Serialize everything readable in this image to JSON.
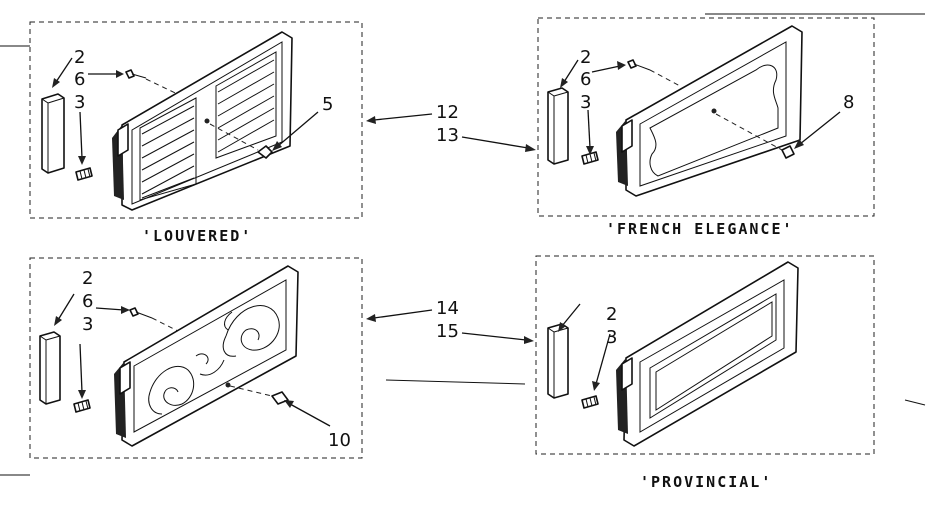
{
  "panels": {
    "louvered": {
      "caption": "'LOUVERED'",
      "callouts": [
        "2",
        "6",
        "3",
        "5"
      ]
    },
    "french_elegance": {
      "caption": "'FRENCH ELEGANCE'",
      "callouts": [
        "2",
        "6",
        "3",
        "8"
      ]
    },
    "decorative": {
      "caption": "",
      "callouts": [
        "2",
        "6",
        "3",
        "10"
      ]
    },
    "provincial": {
      "caption": "'PROVINCIAL'",
      "callouts": [
        "2",
        "3"
      ]
    }
  },
  "center_callouts": {
    "top": [
      "12",
      "13"
    ],
    "bottom": [
      "14",
      "15"
    ]
  }
}
